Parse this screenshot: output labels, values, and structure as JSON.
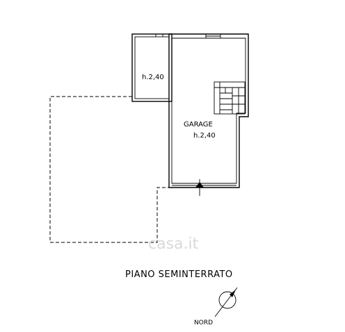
{
  "plan": {
    "title": "PIANO SEMINTERRATO",
    "rooms": [
      {
        "name": "",
        "height": "h.2,40"
      },
      {
        "name": "GARAGE",
        "height": "h.2,40"
      }
    ],
    "north_label": "NORD",
    "watermark": "casa.it"
  }
}
